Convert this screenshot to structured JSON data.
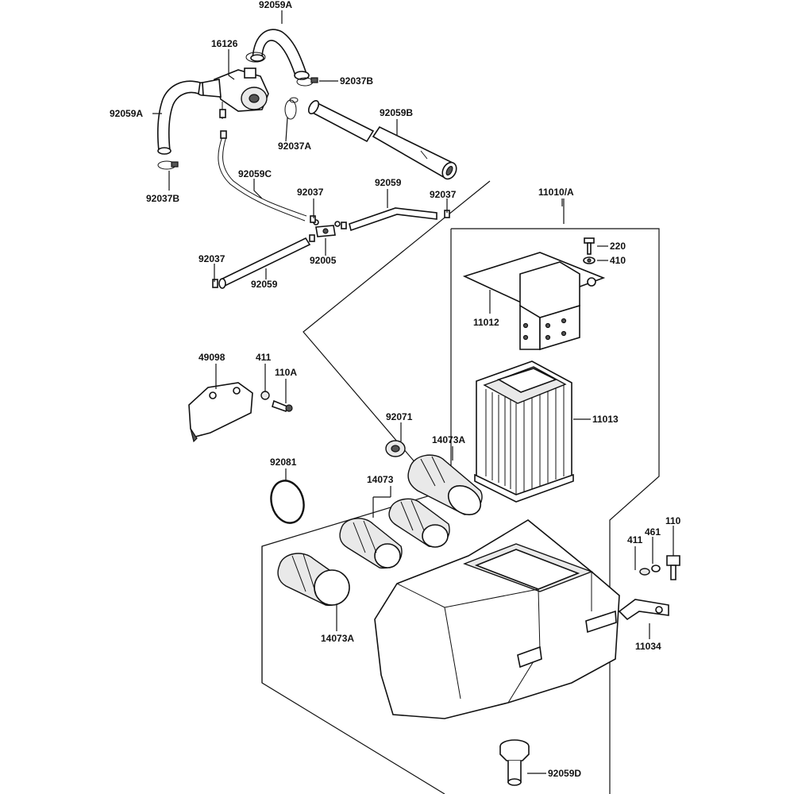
{
  "labels": {
    "p92059A_top": "92059A",
    "p16126": "16126",
    "p92037B_right": "92037B",
    "p92059A_left": "92059A",
    "p92037A": "92037A",
    "p92059B": "92059B",
    "p92037B_left": "92037B",
    "p92059C": "92059C",
    "p92037_mid": "92037",
    "p92059_mid": "92059",
    "p92037_right": "92037",
    "p92037_left": "92037",
    "p92005": "92005",
    "p92059_low": "92059",
    "p11010": "11010/A",
    "p220": "220",
    "p410": "410",
    "p11012": "11012",
    "p49098": "49098",
    "p411_left": "411",
    "p110A": "110A",
    "p92071": "92071",
    "p14073A_upper": "14073A",
    "p11013": "11013",
    "p92081": "92081",
    "p14073": "14073",
    "p411_right": "411",
    "p461": "461",
    "p110": "110",
    "p11034": "11034",
    "p14073A_lower": "14073A",
    "p92059D": "92059D"
  }
}
